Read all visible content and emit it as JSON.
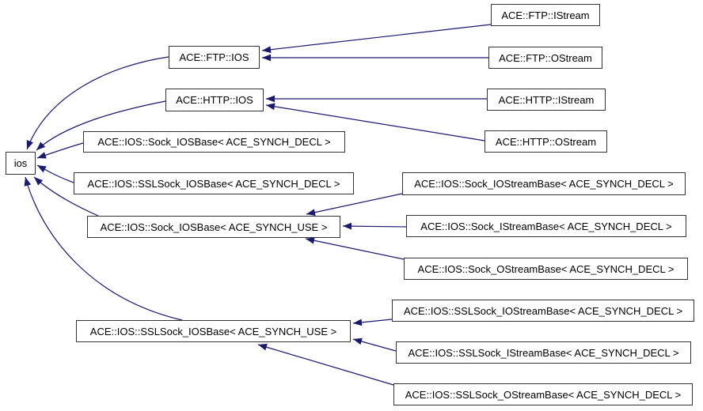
{
  "diagram": {
    "type": "class-inheritance-graph",
    "root": "ios",
    "colors": {
      "edge": "#191970",
      "node_border": "#333333",
      "node_fill": "#ffffff",
      "text": "#000000",
      "background": "#ffffff"
    },
    "nodes": [
      {
        "id": "ios",
        "label": "ios"
      },
      {
        "id": "ace-ftp-ios",
        "label": "ACE::FTP::IOS"
      },
      {
        "id": "ace-ftp-istream",
        "label": "ACE::FTP::IStream"
      },
      {
        "id": "ace-ftp-ostream",
        "label": "ACE::FTP::OStream"
      },
      {
        "id": "ace-http-ios",
        "label": "ACE::HTTP::IOS"
      },
      {
        "id": "ace-http-istream",
        "label": "ACE::HTTP::IStream"
      },
      {
        "id": "ace-http-ostream",
        "label": "ACE::HTTP::OStream"
      },
      {
        "id": "ace-ios-sock-iosbase-decl",
        "label": "ACE::IOS::Sock_IOSBase< ACE_SYNCH_DECL >"
      },
      {
        "id": "ace-ios-sslsock-iosbase-decl",
        "label": "ACE::IOS::SSLSock_IOSBase< ACE_SYNCH_DECL >"
      },
      {
        "id": "ace-ios-sock-iosbase-use",
        "label": "ACE::IOS::Sock_IOSBase< ACE_SYNCH_USE >"
      },
      {
        "id": "ace-ios-sock-iostreambase-decl",
        "label": "ACE::IOS::Sock_IOStreamBase< ACE_SYNCH_DECL >"
      },
      {
        "id": "ace-ios-sock-istreambase-decl",
        "label": "ACE::IOS::Sock_IStreamBase< ACE_SYNCH_DECL >"
      },
      {
        "id": "ace-ios-sock-ostreambase-decl",
        "label": "ACE::IOS::Sock_OStreamBase< ACE_SYNCH_DECL >"
      },
      {
        "id": "ace-ios-sslsock-iosbase-use",
        "label": "ACE::IOS::SSLSock_IOSBase< ACE_SYNCH_USE >"
      },
      {
        "id": "ace-ios-sslsock-iostreambase-decl",
        "label": "ACE::IOS::SSLSock_IOStreamBase< ACE_SYNCH_DECL >"
      },
      {
        "id": "ace-ios-sslsock-istreambase-decl",
        "label": "ACE::IOS::SSLSock_IStreamBase< ACE_SYNCH_DECL >"
      },
      {
        "id": "ace-ios-sslsock-ostreambase-decl",
        "label": "ACE::IOS::SSLSock_OStreamBase< ACE_SYNCH_DECL >"
      }
    ],
    "edges": [
      {
        "from": "ace-ftp-ios",
        "to": "ios"
      },
      {
        "from": "ace-http-ios",
        "to": "ios"
      },
      {
        "from": "ace-ios-sock-iosbase-decl",
        "to": "ios"
      },
      {
        "from": "ace-ios-sslsock-iosbase-decl",
        "to": "ios"
      },
      {
        "from": "ace-ios-sock-iosbase-use",
        "to": "ios"
      },
      {
        "from": "ace-ios-sslsock-iosbase-use",
        "to": "ios"
      },
      {
        "from": "ace-ftp-istream",
        "to": "ace-ftp-ios"
      },
      {
        "from": "ace-ftp-ostream",
        "to": "ace-ftp-ios"
      },
      {
        "from": "ace-http-istream",
        "to": "ace-http-ios"
      },
      {
        "from": "ace-http-ostream",
        "to": "ace-http-ios"
      },
      {
        "from": "ace-ios-sock-iostreambase-decl",
        "to": "ace-ios-sock-iosbase-use"
      },
      {
        "from": "ace-ios-sock-istreambase-decl",
        "to": "ace-ios-sock-iosbase-use"
      },
      {
        "from": "ace-ios-sock-ostreambase-decl",
        "to": "ace-ios-sock-iosbase-use"
      },
      {
        "from": "ace-ios-sslsock-iostreambase-decl",
        "to": "ace-ios-sslsock-iosbase-use"
      },
      {
        "from": "ace-ios-sslsock-istreambase-decl",
        "to": "ace-ios-sslsock-iosbase-use"
      },
      {
        "from": "ace-ios-sslsock-ostreambase-decl",
        "to": "ace-ios-sslsock-iosbase-use"
      }
    ]
  }
}
